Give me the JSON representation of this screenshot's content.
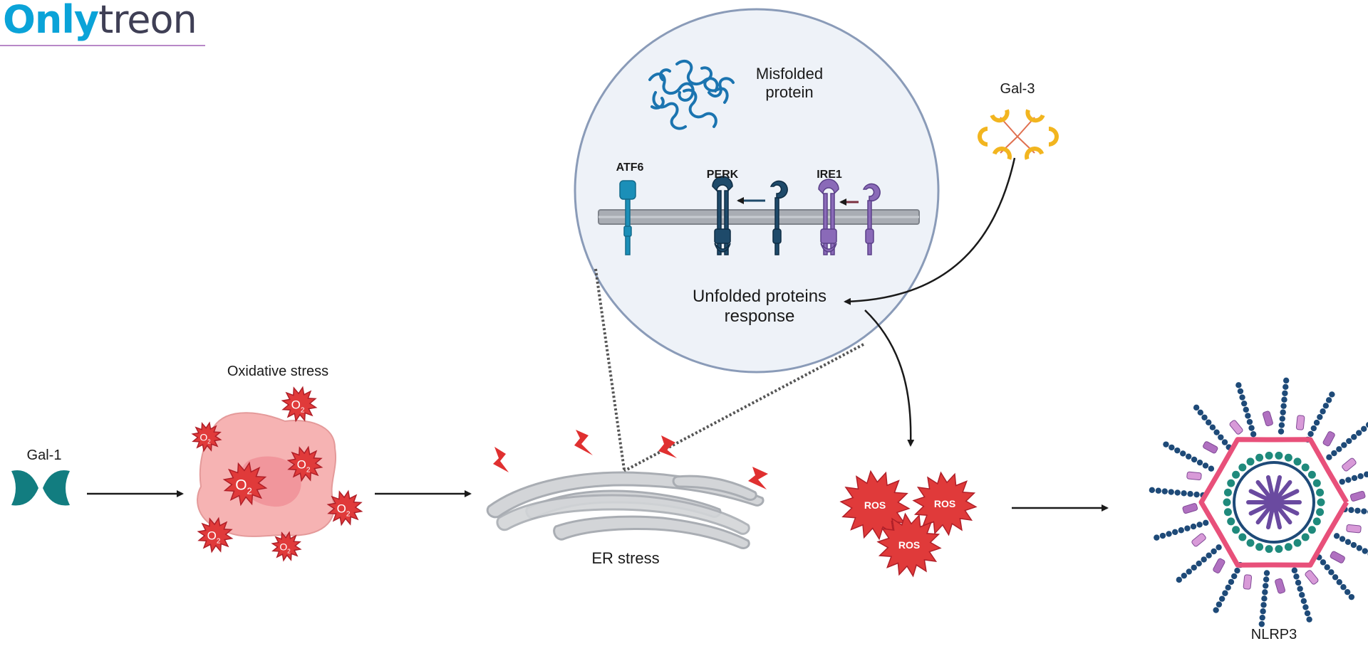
{
  "watermark": {
    "part1": "Only",
    "part2": "treon"
  },
  "labels": {
    "misfolded_line1": "Misfolded",
    "misfolded_line2": "protein",
    "gal3": "Gal-3",
    "atf6": "ATF6",
    "perk": "PERK",
    "ire1": "IRE1",
    "upr_line1": "Unfolded proteins",
    "upr_line2": "response",
    "oxidative_stress": "Oxidative stress",
    "gal1": "Gal-1",
    "er_stress": "ER stress",
    "ros": "ROS",
    "nlrp3": "NLRP3",
    "o2": "O",
    "o2_sub": "2"
  },
  "colors": {
    "teal": "#127d80",
    "blue": "#1b74b0",
    "navy": "#1e4a78",
    "purple": "#7a5aa8",
    "red": "#d9262e",
    "pink_cell": "#f6b3b3",
    "gold": "#f2b51f",
    "circle_fill": "#eef2f8",
    "circle_stroke": "#8a9bb8"
  }
}
